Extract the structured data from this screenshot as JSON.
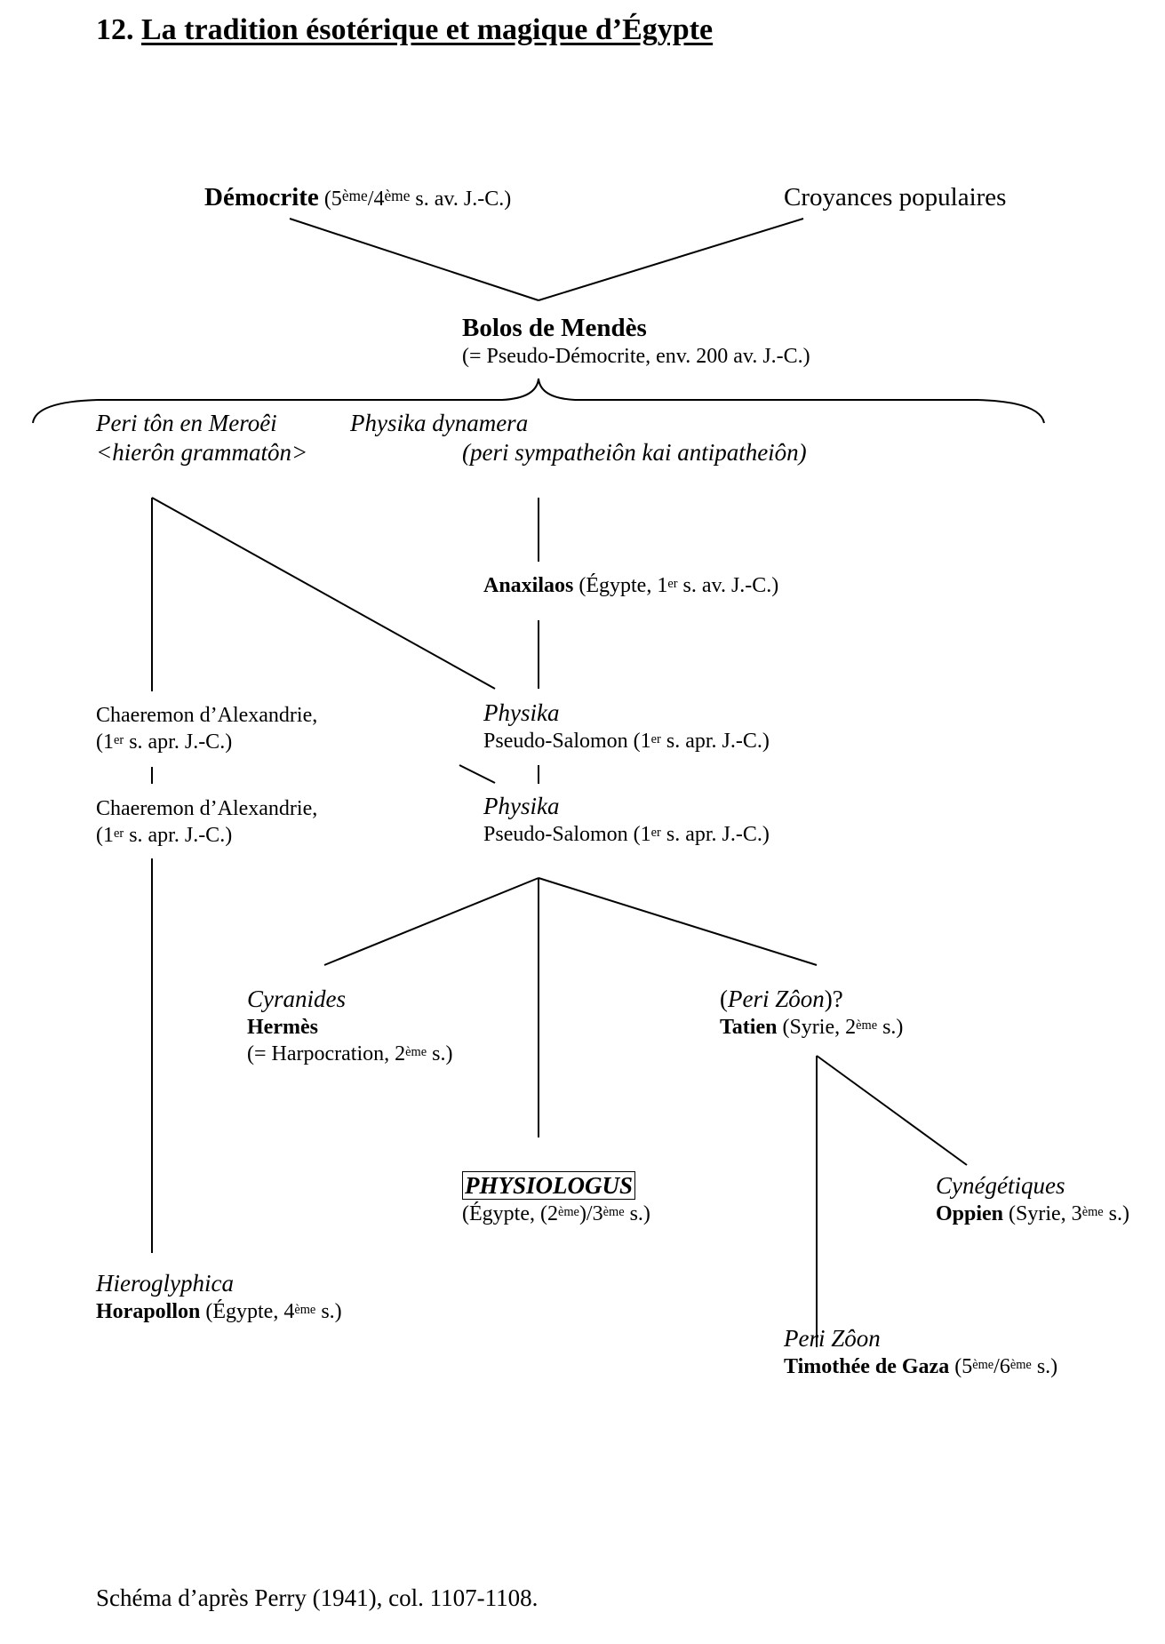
{
  "title": {
    "number": "12.",
    "text": "La tradition ésotérique et magique d’Égypte"
  },
  "nodes": {
    "democrite": {
      "name": "Démocrite",
      "date_open": " (5",
      "sup1": "ème",
      "sep": "/4",
      "sup2": "ème",
      "date_close": " s. av. J.-C.)"
    },
    "croyances": {
      "name": "Croyances populaires"
    },
    "bolos": {
      "name": "Bolos de Mendès",
      "note": "(= Pseudo-Démocrite, env. 200 av. J.-C.)"
    },
    "peri_meroei": {
      "line1": "Peri tôn en Meroêi",
      "line2": "<hierôn grammatôn>"
    },
    "physika_dynamera": {
      "line1": "Physika dynamera",
      "line2": "(peri sympatheiôn kai antipatheiôn)"
    },
    "anaxilaos": {
      "name": "Anaxilaos",
      "date_open": " (Égypte, 1",
      "sup": "er",
      "date_close": " s. av. J.-C.)"
    },
    "chaeremon_1": {
      "line1": "Chaeremon d’Alexandrie,",
      "date_open": "(1",
      "sup": "er",
      "date_close": " s. apr. J.-C.)"
    },
    "physika_1": {
      "title": "Physika",
      "author": "Pseudo-Salomon (1",
      "sup": "er",
      "date_close": " s. apr. J.-C.)"
    },
    "chaeremon_2": {
      "line1": "Chaeremon d’Alexandrie,",
      "date_open": "(1",
      "sup": "er",
      "date_close": " s. apr. J.-C.)"
    },
    "physika_2": {
      "title": "Physika",
      "author": "Pseudo-Salomon (1",
      "sup": "er",
      "date_close": " s. apr. J.-C.)"
    },
    "cyranides": {
      "title": "Cyranides",
      "author": "Hermès",
      "note_open": "(= Harpocration, 2",
      "sup": "ème",
      "note_close": " s.)"
    },
    "peri_zoon_q": {
      "open": "(",
      "title": "Peri Zôon",
      "close": ")?",
      "author": "Tatien",
      "date_open": " (Syrie, 2",
      "sup": "ème",
      "date_close": " s.)"
    },
    "physiologus": {
      "title": "PHYSIOLOGUS",
      "date_open": "(Égypte, (2",
      "sup1": "ème",
      "sep": ")/3",
      "sup2": "ème",
      "date_close": " s.)"
    },
    "cynegetiques": {
      "title": "Cynégétiques",
      "author": "Oppien",
      "date_open": " (Syrie, 3",
      "sup": "ème",
      "date_close": " s.)"
    },
    "hieroglyphica": {
      "title": "Hieroglyphica",
      "author": "Horapollon",
      "date_open": " (Égypte, 4",
      "sup": "ème",
      "date_close": " s.)"
    },
    "peri_zoon_gaza": {
      "title": "Peri Zôon",
      "author": "Timothée de Gaza",
      "date_open": " (5",
      "sup1": "ème",
      "sep": "/6",
      "sup2": "ème",
      "date_close": " s.)"
    }
  },
  "footer": {
    "text": "Schéma d’après Perry (1941), col. 1107-1108."
  }
}
